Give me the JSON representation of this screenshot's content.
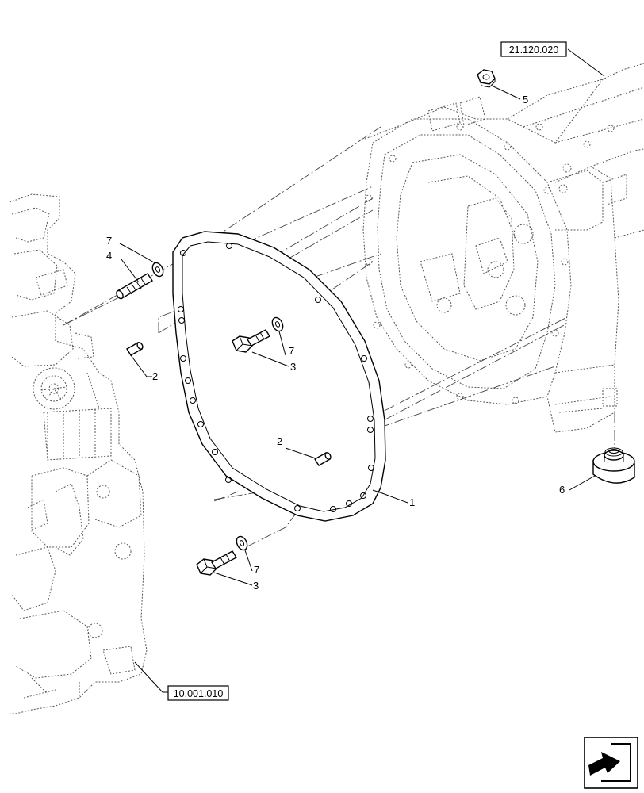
{
  "references": {
    "top_right": "21.120.020",
    "bottom_left": "10.001.010"
  },
  "callouts": {
    "gasket": "1",
    "dowel_pin_left": "2",
    "dowel_pin_center": "2",
    "bolt_center": "3",
    "bolt_lower": "3",
    "stud": "4",
    "nut": "5",
    "plug": "6",
    "washer_stud": "7",
    "washer_center": "7",
    "washer_lower": "7"
  },
  "icons": {
    "navigation": "exit-arrow-icon"
  }
}
